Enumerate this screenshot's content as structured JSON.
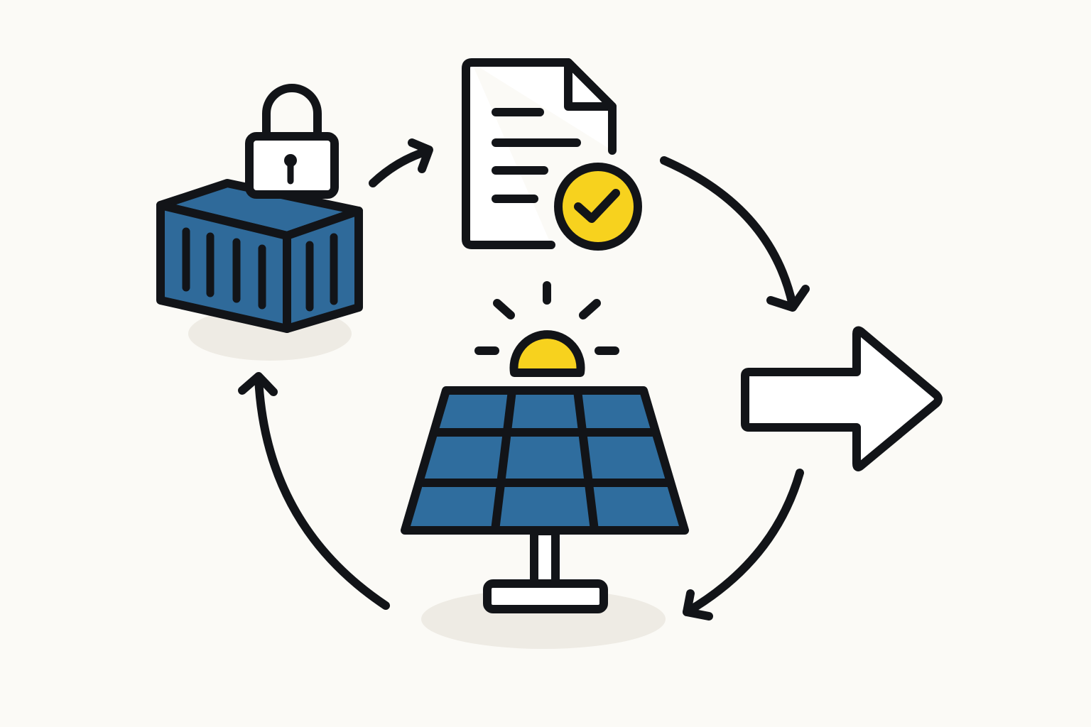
{
  "diagram": {
    "type": "cycle",
    "nodes": [
      {
        "id": "locked-container",
        "icon": "locked-shipping-container-icon"
      },
      {
        "id": "approved-document",
        "icon": "document-checkmark-icon"
      },
      {
        "id": "forward-arrow",
        "icon": "right-arrow-icon"
      },
      {
        "id": "solar-panel",
        "icon": "solar-panel-sun-icon"
      }
    ],
    "edges": [
      {
        "from": "locked-container",
        "to": "approved-document"
      },
      {
        "from": "approved-document",
        "to": "forward-arrow"
      },
      {
        "from": "forward-arrow",
        "to": "solar-panel"
      },
      {
        "from": "solar-panel",
        "to": "locked-container"
      }
    ]
  },
  "colors": {
    "background": "#FBFAF6",
    "outline": "#121418",
    "container_blue": "#2F6A9A",
    "panel_blue": "#2F6D9E",
    "accent_yellow": "#F7D21E",
    "shadow": "#EEEBE4",
    "white": "#FFFFFF"
  }
}
